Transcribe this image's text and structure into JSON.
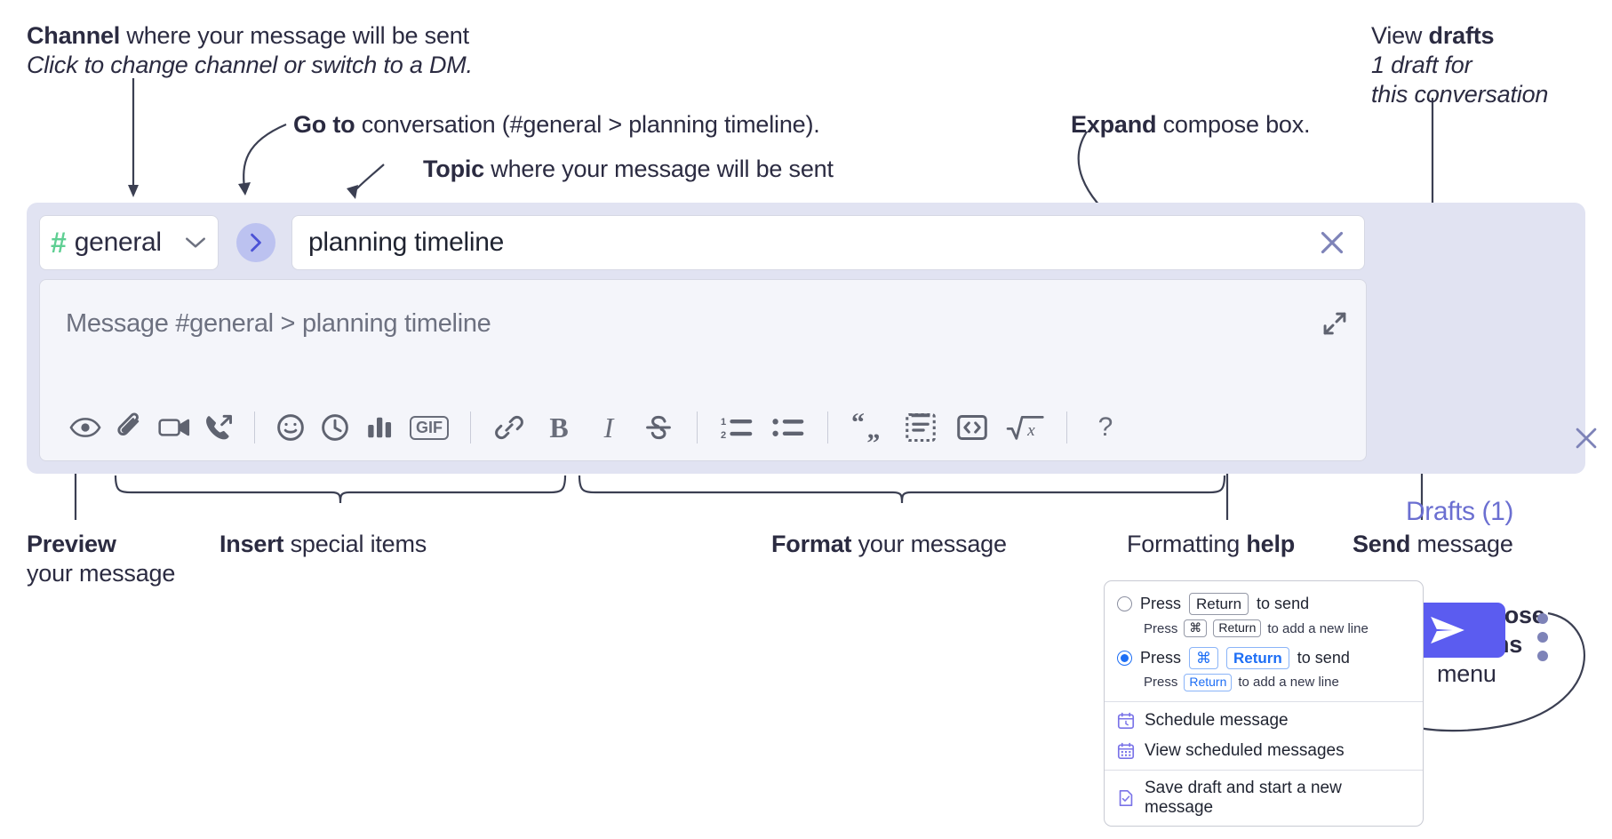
{
  "annotations": {
    "channel": {
      "bold": "Channel",
      "rest": " where your message will be sent",
      "italic": "Click to change channel or switch to a DM."
    },
    "goto": {
      "bold": "Go to",
      "rest": " conversation (#general > planning timeline)."
    },
    "topic": {
      "bold": "Topic",
      "rest": " where your message will be sent"
    },
    "expand": {
      "rest_pre": "Expand",
      "rest": " compose box."
    },
    "drafts": {
      "pre": "View ",
      "bold": "drafts",
      "italic1": "1 draft for",
      "italic2": "this conversation"
    },
    "preview": {
      "bold": "Preview",
      "line2": "your message"
    },
    "insert": {
      "bold": "Insert",
      "rest": " special items"
    },
    "format": {
      "bold": "Format",
      "rest": " your message"
    },
    "help": {
      "pre": "Formatting ",
      "bold": "help"
    },
    "send": {
      "bold": "Send",
      "rest": " message"
    },
    "compose_options": {
      "bold1": "Compose",
      "bold2": "options",
      "rest": "menu"
    }
  },
  "composer": {
    "channel_name": "general",
    "channel_hash": "#",
    "topic_value": "planning timeline",
    "message_placeholder": "Message #general > planning timeline",
    "drafts_label": "Drafts (1)",
    "toolbar_left": [
      {
        "name": "preview-icon",
        "title": "Preview"
      },
      {
        "name": "attachment-icon",
        "title": "Attach file"
      },
      {
        "name": "video-icon",
        "title": "Record video clip"
      },
      {
        "name": "call-forward-icon",
        "title": "Huddle"
      }
    ],
    "toolbar_insert": [
      {
        "name": "emoji-icon",
        "title": "Emoji"
      },
      {
        "name": "clock-icon",
        "title": "Reminder"
      },
      {
        "name": "poll-icon",
        "title": "Poll"
      },
      {
        "name": "gif-icon",
        "title": "GIF",
        "label": "GIF"
      }
    ],
    "toolbar_format": [
      {
        "name": "link-icon",
        "title": "Link"
      },
      {
        "name": "bold-icon",
        "title": "Bold",
        "label": "B"
      },
      {
        "name": "italic-icon",
        "title": "Italic",
        "label": "I"
      },
      {
        "name": "strikethrough-icon",
        "title": "Strikethrough"
      },
      {
        "name": "ordered-list-icon",
        "title": "Ordered list"
      },
      {
        "name": "bulleted-list-icon",
        "title": "Bulleted list"
      },
      {
        "name": "blockquote-icon",
        "title": "Blockquote"
      },
      {
        "name": "code-block-icon",
        "title": "Code block"
      },
      {
        "name": "inline-code-icon",
        "title": "Code"
      },
      {
        "name": "latex-icon",
        "title": "LaTeX"
      }
    ],
    "help_label": "?",
    "send_title": "Send message",
    "colors": {
      "panel_bg": "#e1e3f2",
      "send_button": "#5b5cf0",
      "hash_green": "#5fcf93",
      "drafts_purple": "#6b6fd1",
      "go_circle": "#bcc2f0"
    }
  },
  "menu": {
    "option1": {
      "pre": "Press",
      "key": "Return",
      "post": "to send",
      "sub_pre": "Press",
      "sub_key1": "⌘",
      "sub_key2": "Return",
      "sub_post": "to add a new line",
      "selected": false
    },
    "option2": {
      "pre": "Press",
      "key1": "⌘",
      "key2": "Return",
      "post": "to send",
      "sub_pre": "Press",
      "sub_key": "Return",
      "sub_post": "to add a new line",
      "selected": true
    },
    "items": [
      {
        "icon": "calendar-clock-icon",
        "label": "Schedule message"
      },
      {
        "icon": "calendar-grid-icon",
        "label": "View scheduled messages"
      },
      {
        "icon": "save-draft-icon",
        "label": "Save draft and start a new message"
      }
    ]
  }
}
